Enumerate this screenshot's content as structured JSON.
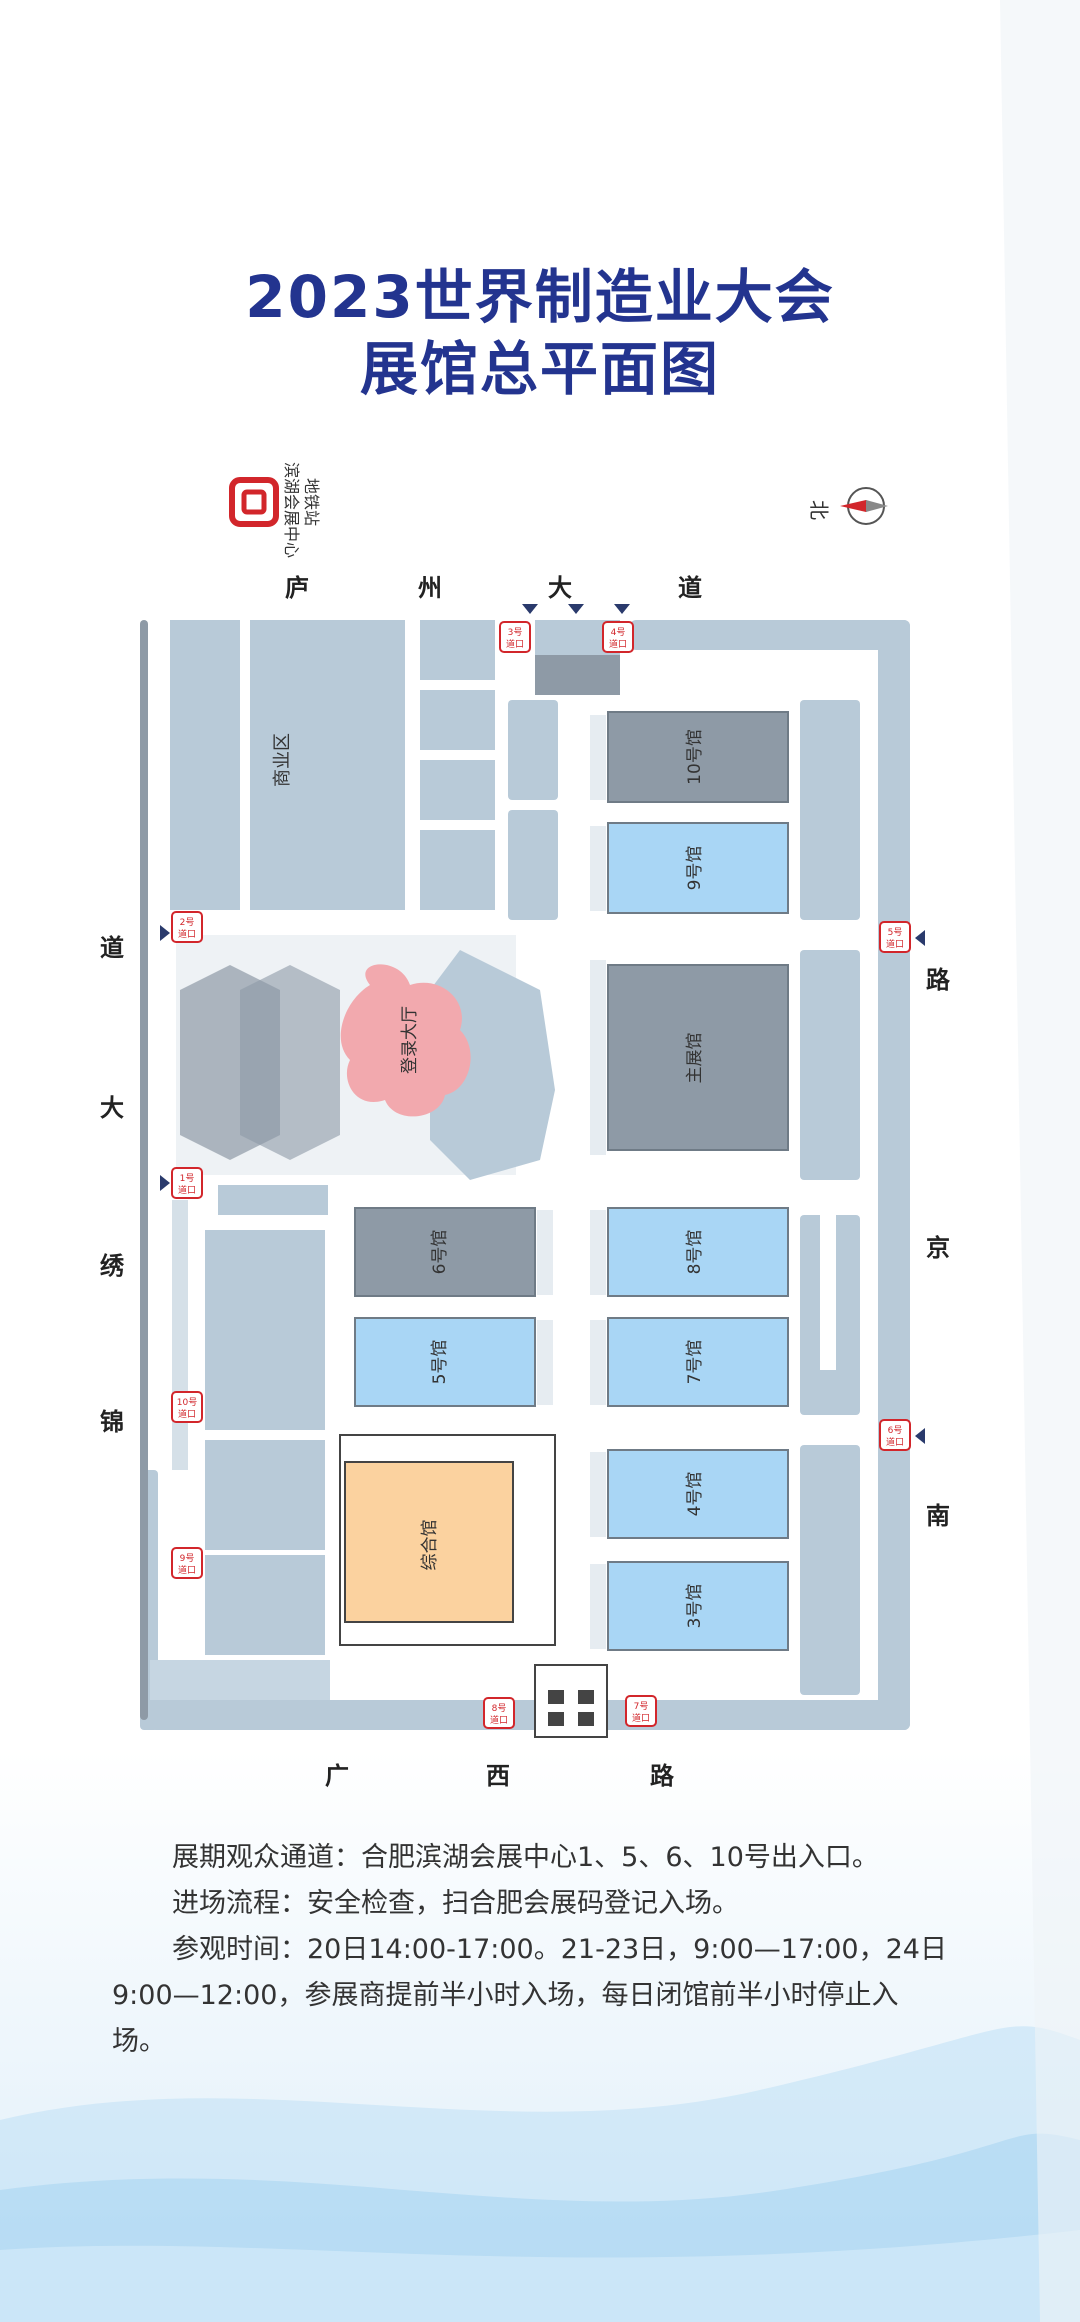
{
  "title": {
    "line1": "2023世界制造业大会",
    "line2": "展馆总平面图"
  },
  "metro": {
    "line1": "滨湖会展中心",
    "line2": "地铁站"
  },
  "compass": {
    "north_label": "北"
  },
  "roads": {
    "north": [
      "庐",
      "州",
      "大",
      "道"
    ],
    "west": [
      "道",
      "大",
      "绣",
      "锦"
    ],
    "east": [
      "路",
      "京",
      "南"
    ],
    "south": [
      "广",
      "西",
      "路"
    ]
  },
  "halls": {
    "commercial": "商业区",
    "registration": "登录大厅",
    "hall10": "10号馆",
    "hall9": "9号馆",
    "main": "主展馆",
    "hall8": "8号馆",
    "hall7": "7号馆",
    "hall6": "6号馆",
    "hall5": "5号馆",
    "hall4": "4号馆",
    "hall3": "3号馆",
    "comprehensive": "综合馆"
  },
  "gates": {
    "g1": {
      "num": "1号",
      "word": "道口"
    },
    "g2": {
      "num": "2号",
      "word": "道口"
    },
    "g3": {
      "num": "3号",
      "word": "道口"
    },
    "g4": {
      "num": "4号",
      "word": "道口"
    },
    "g5": {
      "num": "5号",
      "word": "道口"
    },
    "g6": {
      "num": "6号",
      "word": "道口"
    },
    "g7": {
      "num": "7号",
      "word": "道口"
    },
    "g8": {
      "num": "8号",
      "word": "道口"
    },
    "g9": {
      "num": "9号",
      "word": "道口"
    },
    "g10": {
      "num": "10号",
      "word": "道口"
    }
  },
  "info": {
    "p1": "展期观众通道：合肥滨湖会展中心1、5、6、10号出入口。",
    "p2": "进场流程：安全检查，扫合肥会展码登记入场。",
    "p3": "参观时间：20日14:00-17:00。21-23日，9:00—17:00，24日9:00—12:00，参展商提前半小时入场，每日闭馆前半小时停止入场。"
  },
  "colors": {
    "title": "#23348f",
    "gray_hall": "#8e9aa6",
    "blue_hall": "#a9d6f5",
    "orange_hall": "#fbd29f",
    "pink_hall": "#f2a9ae",
    "block": "#b8cad8",
    "gate_red": "#d2262b"
  }
}
